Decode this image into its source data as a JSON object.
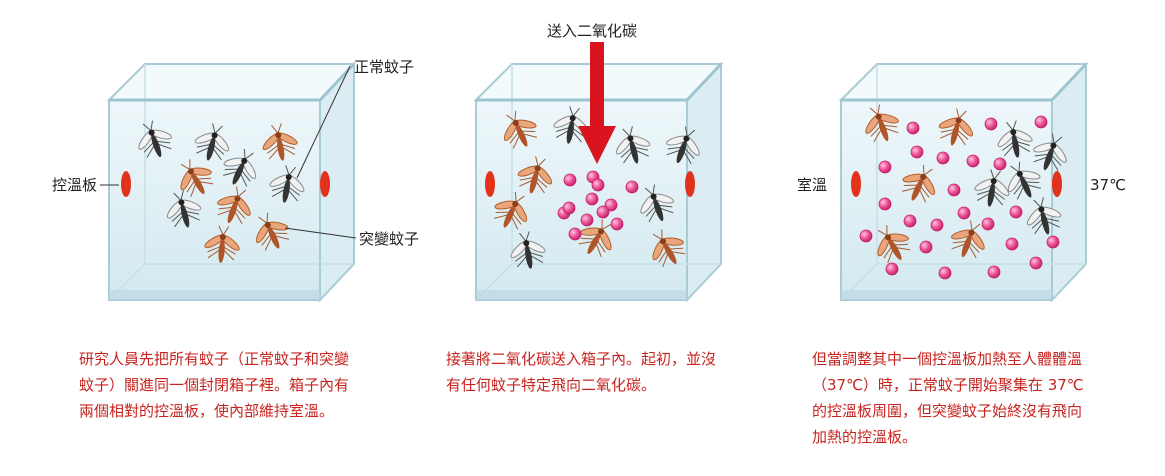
{
  "labels": {
    "normal_mosquito": "正常蚊子",
    "mutant_mosquito": "突變蚊子",
    "temp_plate": "控溫板",
    "co2_in": "送入二氧化碳",
    "room_temp": "室溫",
    "body_temp": "37℃"
  },
  "captions": [
    {
      "lines": [
        "研究人員先把所有蚊子（正常蚊子和突變",
        "蚊子）關進同一個封閉箱子裡。箱子內有",
        "兩個相對的控溫板，使內部維持室溫。"
      ]
    },
    {
      "lines": [
        "接著將二氧化碳送入箱子內。起初，並沒",
        "有任何蚊子特定飛向二氧化碳。"
      ]
    },
    {
      "lines": [
        "但當調整其中一個控溫板加熱至人體體溫",
        "（37℃）時，正常蚊子開始聚集在 37℃",
        "的控溫板周圍，但突變蚊子始終沒有飛向",
        "加熱的控溫板。"
      ]
    }
  ],
  "colors": {
    "caption_text": "#c8241f",
    "arrow": "#d9141e",
    "plate": "#e2321b",
    "co2_bubble": "#e9488f",
    "normal_mosquito": "#3a3a3a",
    "mutant_mosquito": "#c4703f",
    "box_tint": "#cfe6ee"
  }
}
